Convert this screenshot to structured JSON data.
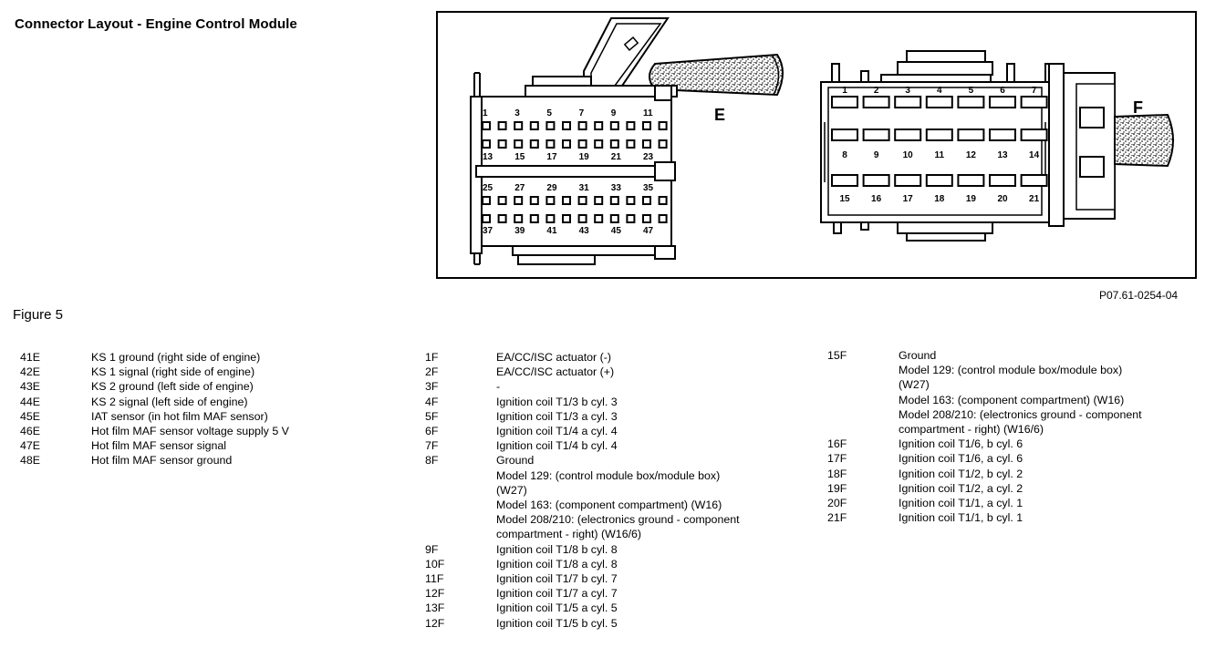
{
  "title": "Connector Layout - Engine Control Module",
  "figure_label": "Figure 5",
  "reference_code": "P07.61-0254-04",
  "connector_e": {
    "label": "E",
    "row1_numbers": [
      "1",
      "3",
      "5",
      "7",
      "9",
      "11"
    ],
    "row2_numbers": [
      "13",
      "15",
      "17",
      "19",
      "21",
      "23"
    ],
    "row3_numbers": [
      "25",
      "27",
      "29",
      "31",
      "33",
      "35"
    ],
    "row4_numbers": [
      "37",
      "39",
      "41",
      "43",
      "45",
      "47"
    ]
  },
  "connector_f": {
    "label": "F",
    "row1_numbers": [
      "1",
      "2",
      "3",
      "4",
      "5",
      "6",
      "7"
    ],
    "row2_numbers": [
      "8",
      "9",
      "10",
      "11",
      "12",
      "13",
      "14"
    ],
    "row3_numbers": [
      "15",
      "16",
      "17",
      "18",
      "19",
      "20",
      "21"
    ]
  },
  "pin_table_1": [
    {
      "pin": "41E",
      "lines": [
        "KS 1 ground (right side of engine)"
      ]
    },
    {
      "pin": "42E",
      "lines": [
        "KS 1 signal (right side of engine)"
      ]
    },
    {
      "pin": "43E",
      "lines": [
        "KS 2 ground (left side of engine)"
      ]
    },
    {
      "pin": "44E",
      "lines": [
        "KS 2 signal (left side of engine)"
      ]
    },
    {
      "pin": "45E",
      "lines": [
        "IAT sensor (in hot film MAF sensor)"
      ]
    },
    {
      "pin": "46E",
      "lines": [
        "Hot film MAF sensor voltage supply 5 V"
      ]
    },
    {
      "pin": "47E",
      "lines": [
        "Hot film MAF sensor signal"
      ]
    },
    {
      "pin": "48E",
      "lines": [
        "Hot film MAF sensor ground"
      ]
    }
  ],
  "pin_table_2": [
    {
      "pin": "1F",
      "lines": [
        "EA/CC/ISC actuator (-)"
      ]
    },
    {
      "pin": "2F",
      "lines": [
        "EA/CC/ISC actuator (+)"
      ]
    },
    {
      "pin": "3F",
      "lines": [
        "-"
      ]
    },
    {
      "pin": "4F",
      "lines": [
        "Ignition coil T1/3 b cyl. 3"
      ]
    },
    {
      "pin": "5F",
      "lines": [
        "Ignition coil T1/3 a cyl. 3"
      ]
    },
    {
      "pin": "6F",
      "lines": [
        "Ignition coil T1/4 a cyl. 4"
      ]
    },
    {
      "pin": "7F",
      "lines": [
        "Ignition coil T1/4 b cyl. 4"
      ]
    },
    {
      "pin": "8F",
      "lines": [
        "Ground",
        "Model 129: (control module box/module box)",
        "(W27)",
        "Model 163: (component compartment) (W16)",
        "Model 208/210: (electronics ground - component",
        "compartment - right) (W16/6)"
      ]
    },
    {
      "pin": "9F",
      "lines": [
        "Ignition coil T1/8 b cyl. 8"
      ]
    },
    {
      "pin": "10F",
      "lines": [
        "Ignition coil T1/8 a cyl. 8"
      ]
    },
    {
      "pin": "11F",
      "lines": [
        "Ignition coil T1/7 b cyl. 7"
      ]
    },
    {
      "pin": "12F",
      "lines": [
        "Ignition coil T1/7 a cyl. 7"
      ]
    },
    {
      "pin": "13F",
      "lines": [
        "Ignition coil T1/5 a cyl. 5"
      ]
    },
    {
      "pin": "12F",
      "lines": [
        "Ignition coil T1/5 b cyl. 5"
      ]
    }
  ],
  "pin_table_3": [
    {
      "pin": "15F",
      "lines": [
        "Ground",
        "Model 129: (control module box/module box)",
        "(W27)",
        "Model 163: (component compartment) (W16)",
        "Model 208/210: (electronics ground - component",
        "compartment - right) (W16/6)"
      ]
    },
    {
      "pin": "16F",
      "lines": [
        "Ignition coil T1/6, b cyl. 6"
      ]
    },
    {
      "pin": "17F",
      "lines": [
        "Ignition coil T1/6, a cyl. 6"
      ]
    },
    {
      "pin": "18F",
      "lines": [
        "Ignition coil T1/2, b cyl. 2"
      ]
    },
    {
      "pin": "19F",
      "lines": [
        "Ignition coil T1/2, a cyl. 2"
      ]
    },
    {
      "pin": "20F",
      "lines": [
        "Ignition coil T1/1, a cyl. 1"
      ]
    },
    {
      "pin": "21F",
      "lines": [
        "Ignition coil T1/1, b cyl. 1"
      ]
    }
  ]
}
